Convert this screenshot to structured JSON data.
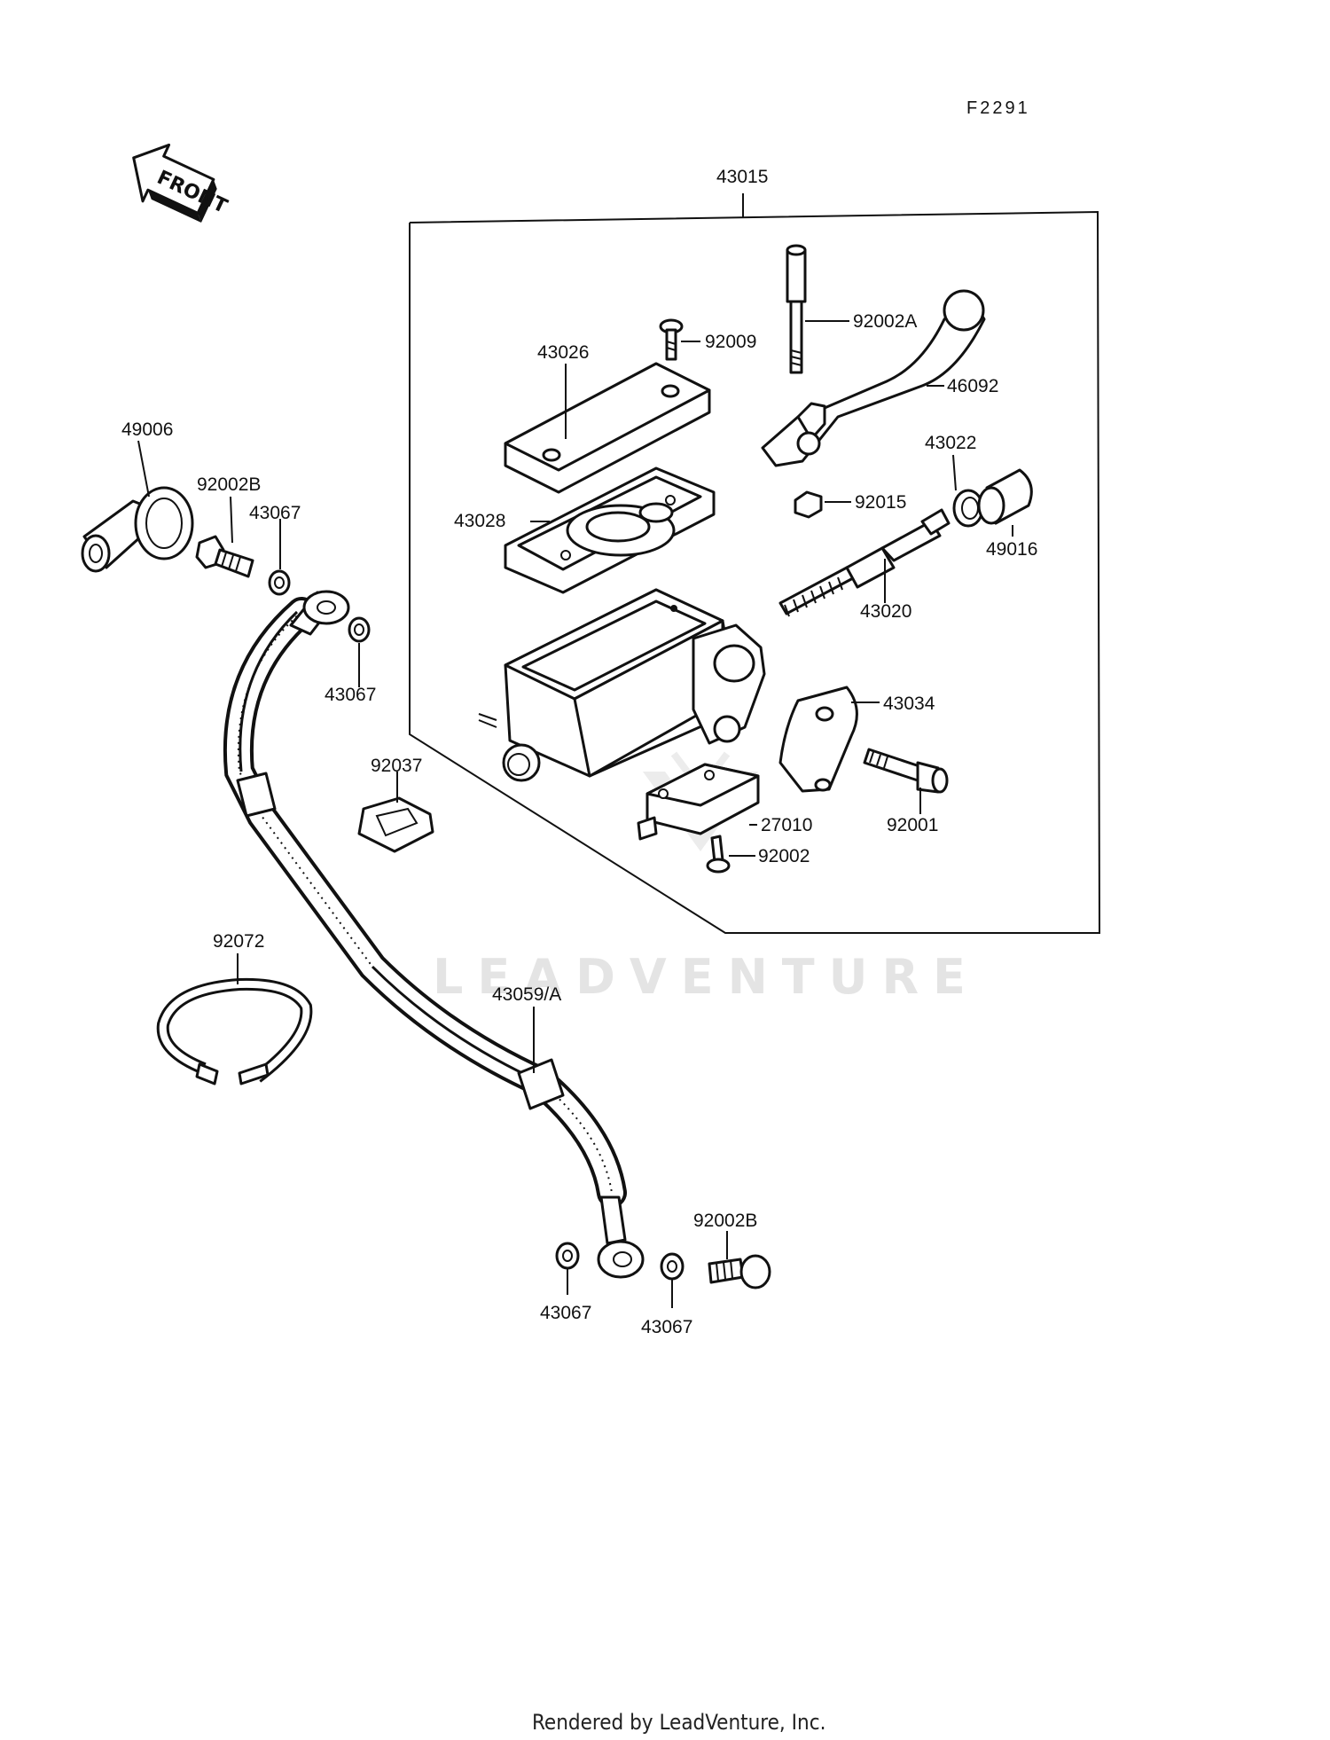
{
  "diagram_code": "F2291",
  "front_indicator": "FRONT",
  "watermark": "LEADVENTURE",
  "footer": "Rendered by LeadVenture, Inc.",
  "labels": {
    "l43015": "43015",
    "l92009": "92009",
    "l92002A": "92002A",
    "l43026": "43026",
    "l46092": "46092",
    "l43022": "43022",
    "l49006": "49006",
    "l92002B_top": "92002B",
    "l43067_a": "43067",
    "l43028": "43028",
    "l92015": "92015",
    "l49016": "49016",
    "l43020": "43020",
    "l43067_b": "43067",
    "l43034": "43034",
    "l92037": "92037",
    "l92001": "92001",
    "l27010": "27010",
    "l92002": "92002",
    "l92072": "92072",
    "l43059A": "43059/A",
    "l92002B_bottom": "92002B",
    "l43067_c": "43067",
    "l43067_d": "43067"
  }
}
